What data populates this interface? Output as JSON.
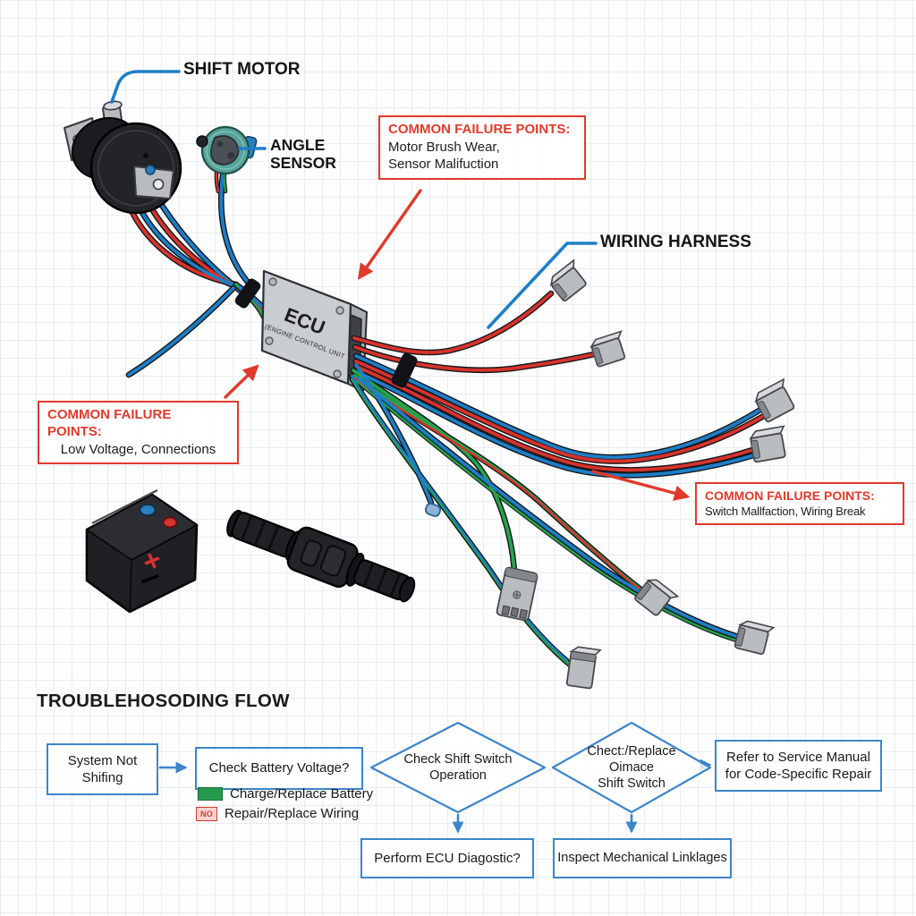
{
  "labels": {
    "shift_motor": "SHIFT MOTOR",
    "angle_sensor": "ANGLE\nSENSOR",
    "wiring_harness": "WIRING HARNESS",
    "ecu": "ECU",
    "ecu_subtitle": "(ENGINE CONTROL UNIT"
  },
  "failure_boxes": [
    {
      "title": "COMMON FAILURE POINTS:",
      "body": "Motor Brush Wear,\nSensor Malifuction"
    },
    {
      "title": "COMMON FAILURE POINTS:",
      "body": "Low Voltage, Connections"
    },
    {
      "title": "COMMON FAILURE POINTS:",
      "body": "Switch Mallfaction, Wiring Break"
    }
  ],
  "flow": {
    "title": "TROUBLEHOSODING FLOW",
    "nodes": {
      "start": "System Not\nShifing",
      "battery": "Check Battery Voltage?",
      "diamond1": "Check Shift Switch\nOperation",
      "diamond2": "Chect:/Replace\nOimace\nShift Switch",
      "manual": "Refer to Service Manual\nfor Code-Specific Repair",
      "ecu_diag": "Perform ECU Diagostic?",
      "mech": "Inspect Mechanical Linklages"
    },
    "legend": {
      "yes_label": "Charge/Replace Battery",
      "no_badge": "NO",
      "no_label": "Repair/Replace Wiring"
    }
  },
  "colors": {
    "wire-red": "#d8332c",
    "wire-blue": "#1e7ec6",
    "wire-green": "#27a24b",
    "leader-blue": "#1e7ec6",
    "flow-blue": "#3d85c8",
    "alert-red": "#e03a2b",
    "connector-gray": "#b9bdc2"
  }
}
